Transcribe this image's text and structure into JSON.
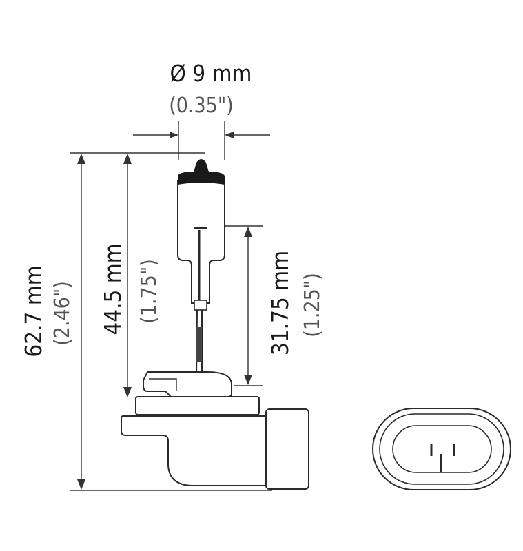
{
  "dimensions": {
    "diameter": {
      "main": "Ø 9 mm",
      "sub": "(0.35\")"
    },
    "overall_length": {
      "main": "62.7  mm",
      "sub": "(2.46\")"
    },
    "base_to_tip": {
      "main": "44.5 mm",
      "sub": "(1.75\")"
    },
    "light_center": {
      "main": "31.75  mm",
      "sub": "(1.25\")"
    }
  },
  "colors": {
    "line": "#333333",
    "cap": "#1a1a1a",
    "text_main": "#1a1a1a",
    "text_sub": "#555555"
  },
  "icons": [
    "bulb-side-view",
    "connector-end-view"
  ]
}
